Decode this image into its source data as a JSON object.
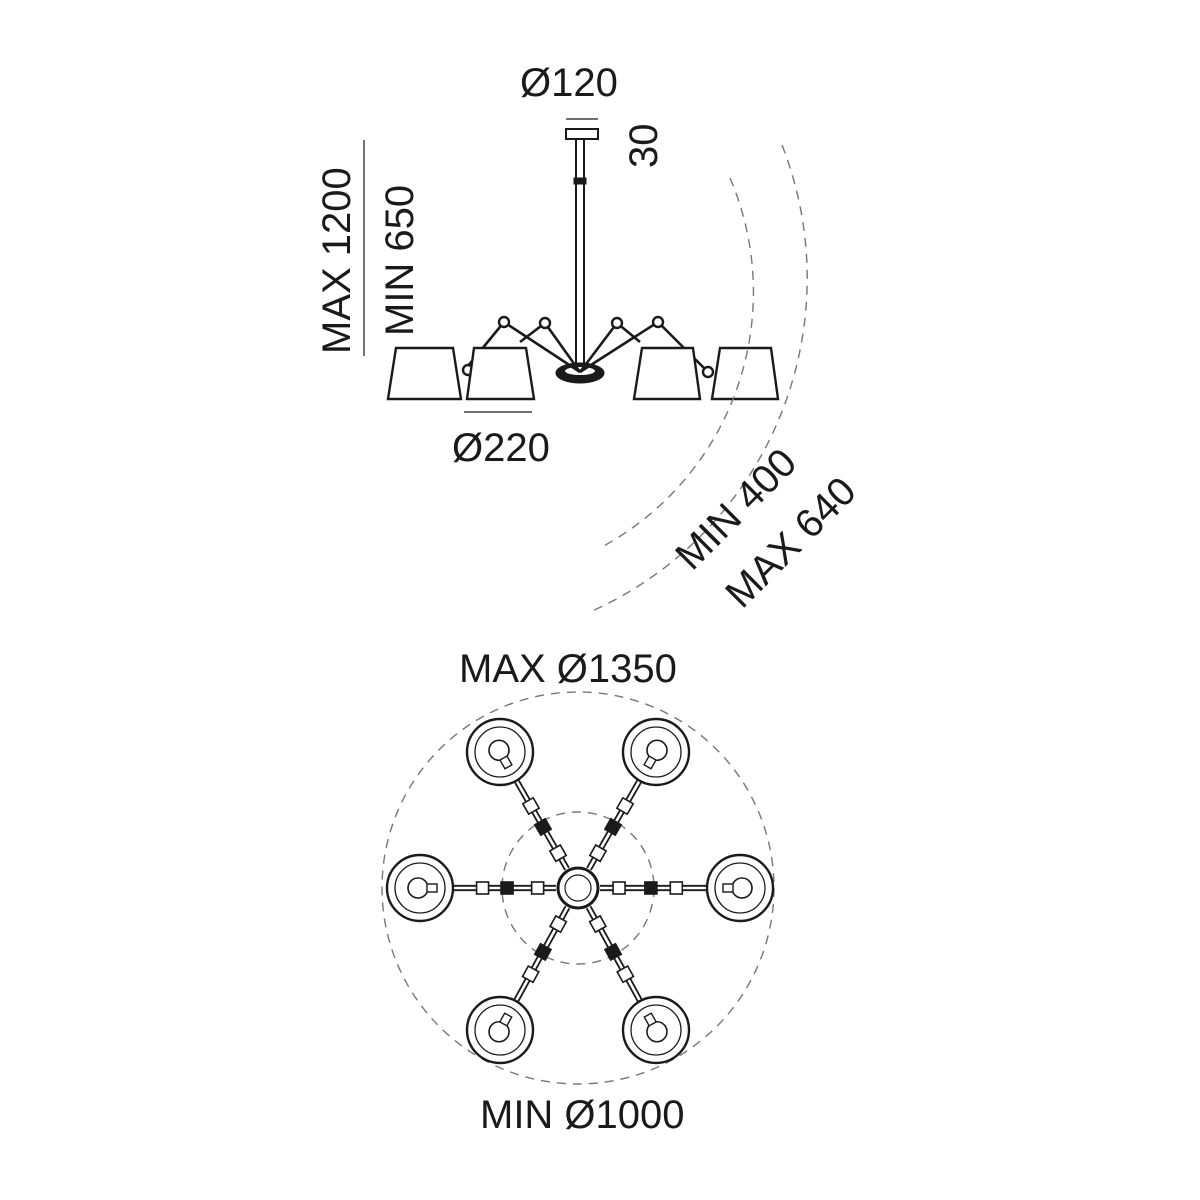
{
  "side_view": {
    "canopy_diameter": "Ø120",
    "canopy_height": "30",
    "height_max": "MAX 1200",
    "height_min": "MIN 650",
    "shade_diameter": "Ø220",
    "reach_min": "MIN  400",
    "reach_max": "MAX 640"
  },
  "top_view": {
    "span_max": "MAX Ø1350",
    "span_min": "MIN Ø1000"
  },
  "colors": {
    "line": "#1a1a1a",
    "guide": "#777777",
    "background": "#ffffff"
  }
}
